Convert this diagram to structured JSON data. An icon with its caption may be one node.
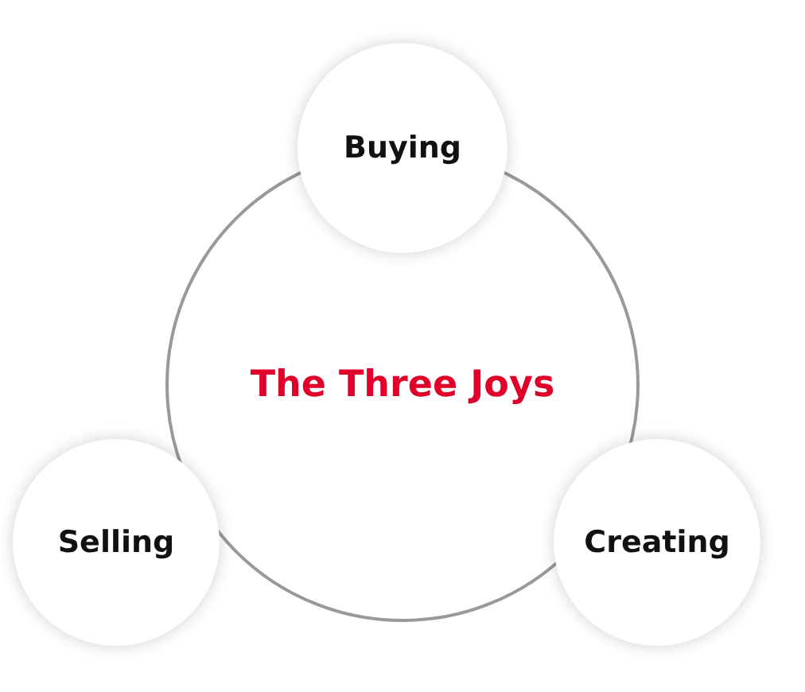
{
  "diagram": {
    "nodes": [
      {
        "text": [
          "The Three Joys"
        ]
      },
      {
        "text": [
          "Buying"
        ]
      },
      {
        "text": [
          "Selling"
        ]
      },
      {
        "text": [
          "Creating"
        ]
      }
    ],
    "edges": []
  }
}
